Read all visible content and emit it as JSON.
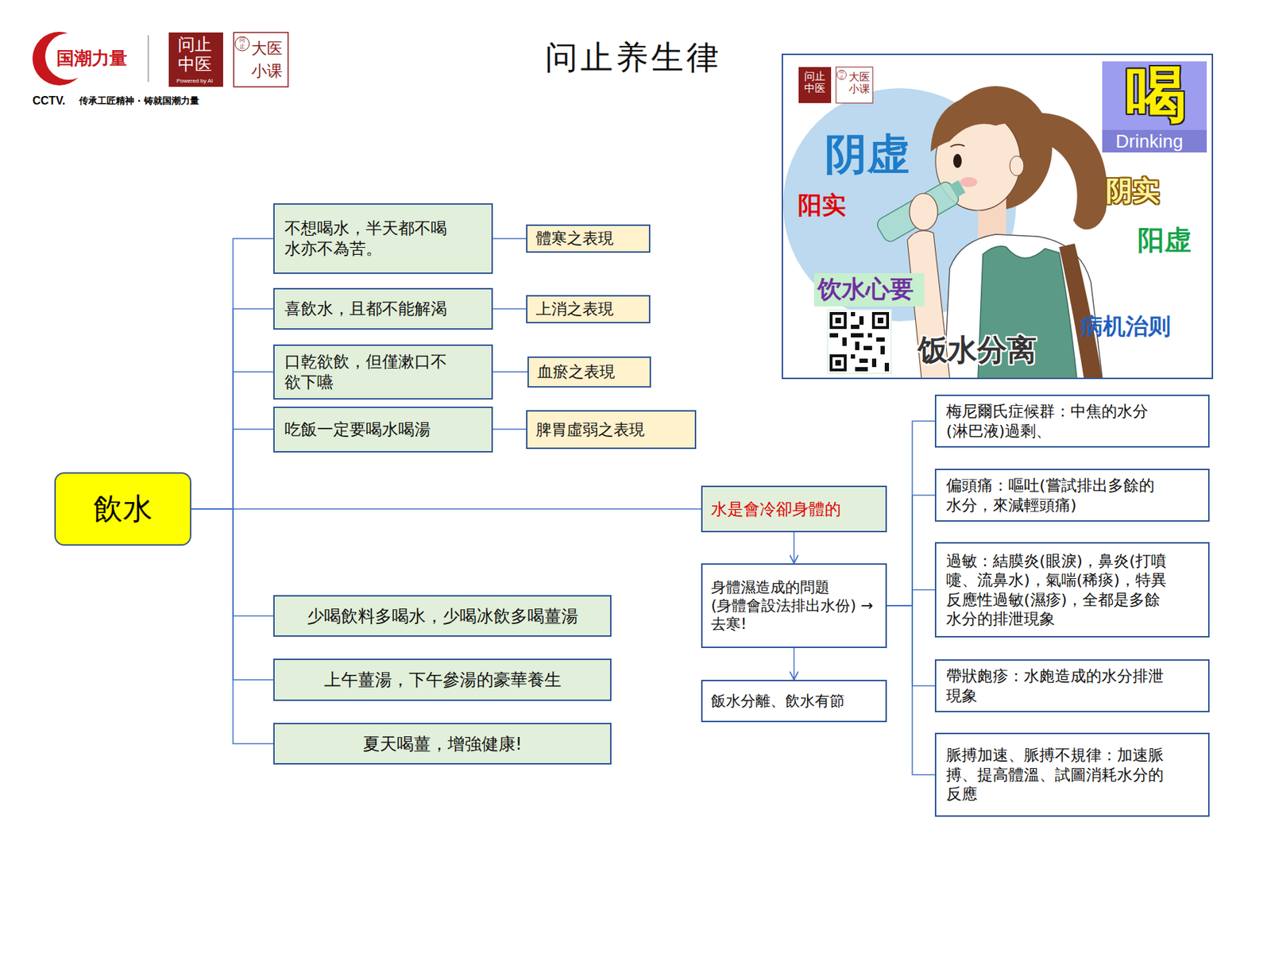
{
  "diagram": {
    "title": "问止养生律",
    "nodes": [
      {
        "text": [
          "飲水"
        ]
      },
      {
        "text": [
          "不想喝水，半天都不喝 水亦不為苦。"
        ]
      },
      {
        "text": [
          "體寒之表現"
        ]
      },
      {
        "text": [
          "喜飲水，且都不能解渴"
        ]
      },
      {
        "text": [
          "上消之表現"
        ]
      },
      {
        "text": [
          "口乾欲飲，但僅漱口不 欲下嚥"
        ]
      },
      {
        "text": [
          "血瘀之表現"
        ]
      },
      {
        "text": [
          "吃飯一定要喝水喝湯"
        ]
      },
      {
        "text": [
          "脾胃虛弱之表現"
        ]
      },
      {
        "text": [
          "少喝飲料多喝水，少喝冰飲多喝薑湯"
        ]
      },
      {
        "text": [
          "上午薑湯，下午參湯的豪華養生"
        ]
      },
      {
        "text": [
          "夏天喝薑，增強健康!"
        ]
      },
      {
        "text": [
          "水是會冷卻身體的"
        ]
      },
      {
        "text": [
          "身體濕造成的問題 (身體會設法排出水份) →去寒!"
        ]
      },
      {
        "text": [
          "飯水分離、飲水有節"
        ]
      },
      {
        "text": [
          "梅尼爾氏症候群：中焦的水分 (淋巴液)過剩、"
        ]
      },
      {
        "text": [
          "偏頭痛：嘔吐(嘗試排出多餘的 水分，來減輕頭痛)"
        ]
      },
      {
        "text": [
          "過敏：結膜炎(眼淚)，鼻炎(打噴 嚏、流鼻水)，氣喘(稀痰)，特異 反應性過敏(濕疹)，全都是多餘 水分的排泄現象"
        ]
      },
      {
        "text": [
          "帶狀皰疹：水皰造成的水分排泄 現象"
        ]
      },
      {
        "text": [
          "脈搏加速、脈搏不規律：加速脈 搏、提高體溫、試圖消耗水分的 反應"
        ]
      }
    ],
    "edges": [
      {
        "from": 0,
        "to": 1,
        "arrow": "none"
      },
      {
        "from": 0,
        "to": 3,
        "arrow": "none"
      },
      {
        "from": 0,
        "to": 5,
        "arrow": "none"
      },
      {
        "from": 0,
        "to": 7,
        "arrow": "none"
      },
      {
        "from": 0,
        "to": 9,
        "arrow": "none"
      },
      {
        "from": 0,
        "to": 10,
        "arrow": "none"
      },
      {
        "from": 0,
        "to": 11,
        "arrow": "none"
      },
      {
        "from": 0,
        "to": 12,
        "arrow": "none"
      },
      {
        "from": 1,
        "to": 2,
        "arrow": "none"
      },
      {
        "from": 3,
        "to": 4,
        "arrow": "none"
      },
      {
        "from": 5,
        "to": 6,
        "arrow": "none"
      },
      {
        "from": 7,
        "to": 8,
        "arrow": "none"
      },
      {
        "from": 12,
        "to": 13,
        "arrow": "to"
      },
      {
        "from": 13,
        "to": 14,
        "arrow": "to"
      },
      {
        "from": 13,
        "to": 15,
        "arrow": "none"
      },
      {
        "from": 13,
        "to": 16,
        "arrow": "none"
      },
      {
        "from": 13,
        "to": 17,
        "arrow": "none"
      },
      {
        "from": 13,
        "to": 18,
        "arrow": "none"
      },
      {
        "from": 13,
        "to": 19,
        "arrow": "none"
      }
    ],
    "labels": [
      "国潮力量",
      "CCTV.",
      "传承工匠精神 · 铸就国潮力量",
      "问止 中医",
      "Powered by AI",
      "问止",
      "大医",
      "小课",
      "问止 中医",
      "问止",
      "大医 小课",
      "喝",
      "Drinking",
      "阴虚",
      "阳实",
      "阴实",
      "阳虚",
      "饮水心要",
      "病机治则",
      "饭水分离"
    ]
  }
}
